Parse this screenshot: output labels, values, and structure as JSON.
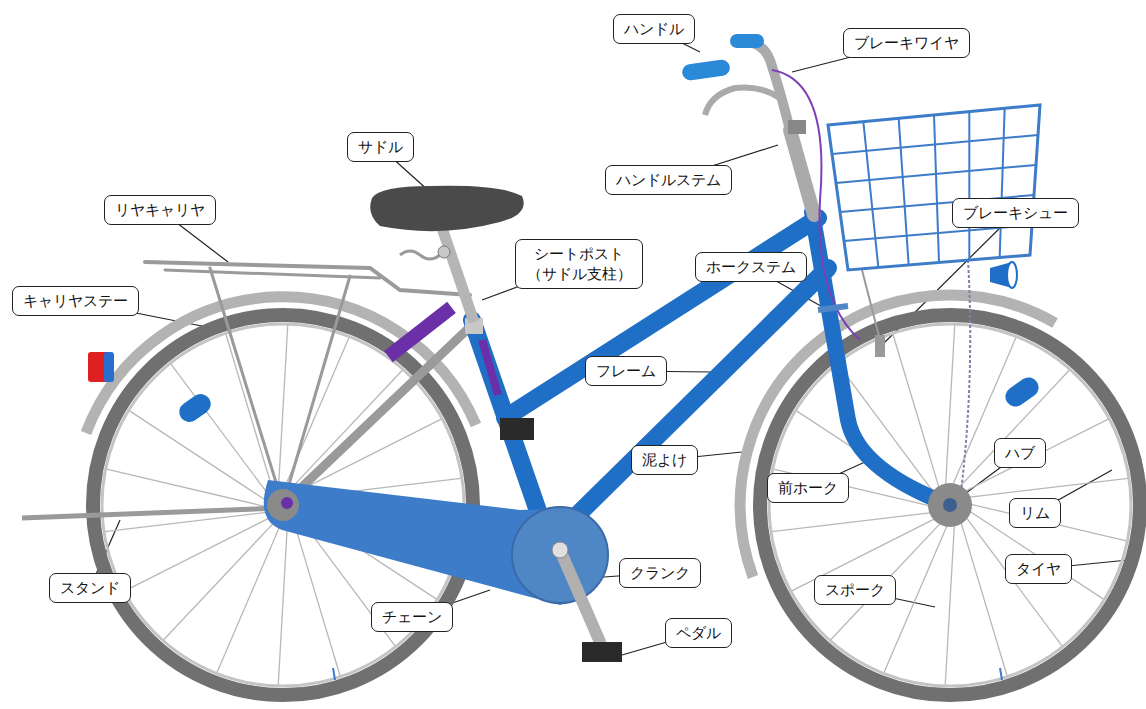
{
  "diagram": {
    "nodes": [
      {
        "text": [
          "ハンドル"
        ]
      },
      {
        "text": [
          "ブレーキワイヤ"
        ]
      },
      {
        "text": [
          "サドル"
        ]
      },
      {
        "text": [
          "ハンドルステム"
        ]
      },
      {
        "text": [
          "リヤキャリヤ"
        ]
      },
      {
        "text": [
          "ブレーキシュー"
        ]
      },
      {
        "text": [
          "シートポスト （サドル支柱）"
        ]
      },
      {
        "text": [
          "ホークステム"
        ]
      },
      {
        "text": [
          "キャリヤステー"
        ]
      },
      {
        "text": [
          "フレーム"
        ]
      },
      {
        "text": [
          "ハブ"
        ]
      },
      {
        "text": [
          "泥よけ"
        ]
      },
      {
        "text": [
          "前ホーク"
        ]
      },
      {
        "text": [
          "リム"
        ]
      },
      {
        "text": [
          "クランク"
        ]
      },
      {
        "text": [
          "タイヤ"
        ]
      },
      {
        "text": [
          "スタンド"
        ]
      },
      {
        "text": [
          "スポーク"
        ]
      },
      {
        "text": [
          "チェーン"
        ]
      },
      {
        "text": [
          "ペダル"
        ]
      }
    ]
  }
}
